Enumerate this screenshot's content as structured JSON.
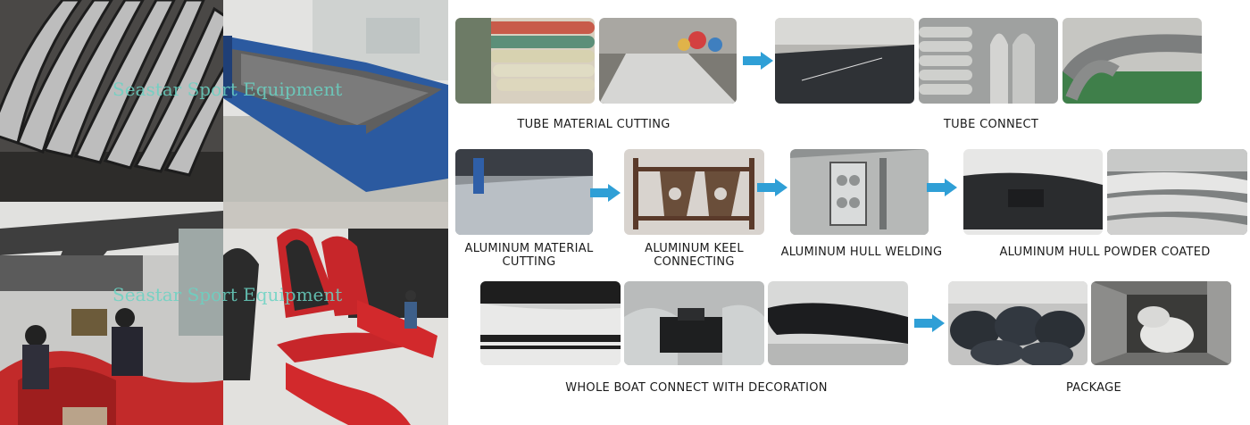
{
  "watermark": "Seastar Sport Equipment",
  "captions": {
    "tube_material_cutting": "TUBE MATERIAL CUTTING",
    "tube_connect": "TUBE CONNECT",
    "aluminum_material_cutting": "ALUMINUM MATERIAL CUTTING",
    "aluminum_keel_connecting": "ALUMINUM KEEL CONNECTING",
    "aluminum_hull_welding": "ALUMINUM HULL WELDING",
    "aluminum_hull_powder_coated": "ALUMINUM HULL POWDER COATED",
    "whole_boat_connect": "WHOLE BOAT CONNECT WITH DECORATION",
    "package": "PACKAGE"
  },
  "colors": {
    "arrow": "#2f9fd6",
    "boat_red": "#d42a2a",
    "watermark": "#6ad3c3"
  },
  "icons": [
    "arrow-right-icon"
  ]
}
